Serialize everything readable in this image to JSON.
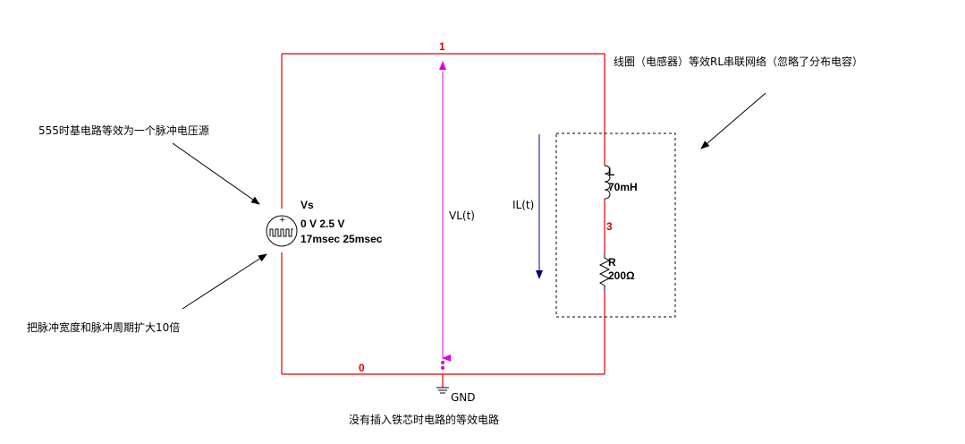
{
  "nodes": {
    "top": "1",
    "bottom": "0",
    "middle": "3",
    "ground": "GND"
  },
  "source": {
    "name": "Vs",
    "voltages": "0 V 2.5 V",
    "timing": "17msec 25msec"
  },
  "inductor": {
    "name": "L",
    "value": "70mH"
  },
  "resistor": {
    "name": "R",
    "value": "200Ω"
  },
  "labels": {
    "voltage": "VL(t)",
    "current": "IL(t)"
  },
  "annotations": {
    "coil_note": "线圈（电感器）等效RL串联网络（忽略了分布电容）",
    "source_note": "555时基电路等效为一个脉冲电压源",
    "pulse_note": "把脉冲宽度和脉冲周期扩大10倍",
    "caption": "没有插入铁芯时电路的等效电路"
  },
  "colors": {
    "wire": "#e00000",
    "node_label": "#e00000",
    "voltage_arrow": "#e000e0",
    "current_arrow": "#000080",
    "pointer_arrow": "#000000"
  }
}
